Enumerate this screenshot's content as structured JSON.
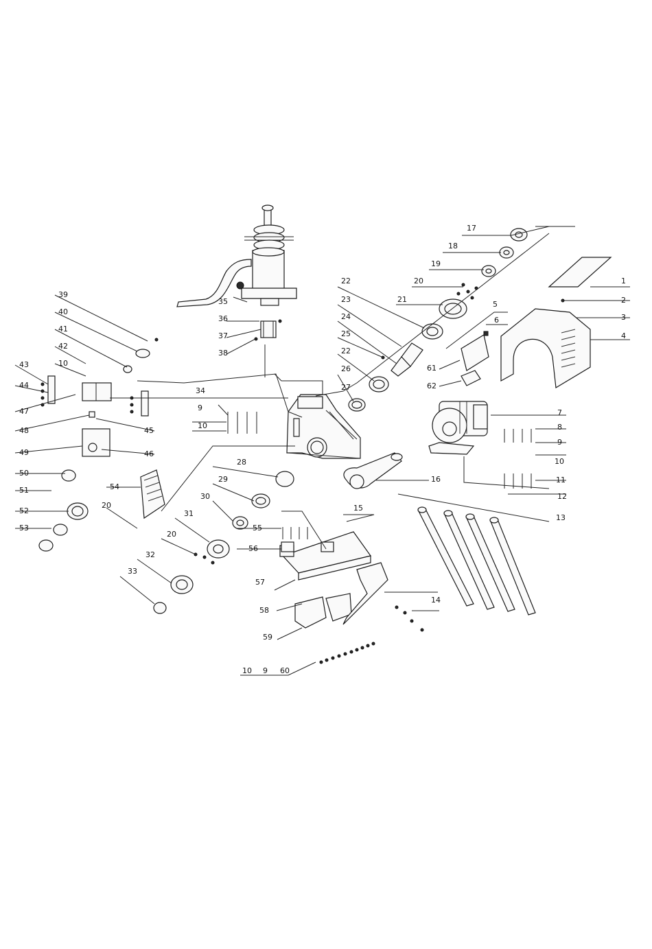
{
  "diagram": {
    "type": "exploded-parts-view",
    "accent": "#222222",
    "callouts": [
      {
        "id": "c1",
        "text": "1"
      },
      {
        "id": "c2",
        "text": "2"
      },
      {
        "id": "c3",
        "text": "3"
      },
      {
        "id": "c4",
        "text": "4"
      },
      {
        "id": "c5",
        "text": "5"
      },
      {
        "id": "c6",
        "text": "6"
      },
      {
        "id": "c7",
        "text": "7"
      },
      {
        "id": "c8",
        "text": "8"
      },
      {
        "id": "c9r",
        "text": "9"
      },
      {
        "id": "c10r",
        "text": "10"
      },
      {
        "id": "c11",
        "text": "11"
      },
      {
        "id": "c12",
        "text": "12"
      },
      {
        "id": "c13",
        "text": "13"
      },
      {
        "id": "c14",
        "text": "14"
      },
      {
        "id": "c15",
        "text": "15"
      },
      {
        "id": "c16",
        "text": "16"
      },
      {
        "id": "c17",
        "text": "17"
      },
      {
        "id": "c18",
        "text": "18"
      },
      {
        "id": "c19",
        "text": "19"
      },
      {
        "id": "c20t",
        "text": "20"
      },
      {
        "id": "c21",
        "text": "21"
      },
      {
        "id": "c22a",
        "text": "22"
      },
      {
        "id": "c23",
        "text": "23"
      },
      {
        "id": "c24",
        "text": "24"
      },
      {
        "id": "c25",
        "text": "25"
      },
      {
        "id": "c22b",
        "text": "22"
      },
      {
        "id": "c26",
        "text": "26"
      },
      {
        "id": "c27",
        "text": "27"
      },
      {
        "id": "c28",
        "text": "28"
      },
      {
        "id": "c29",
        "text": "29"
      },
      {
        "id": "c30",
        "text": "30"
      },
      {
        "id": "c31",
        "text": "31"
      },
      {
        "id": "c20m",
        "text": "20"
      },
      {
        "id": "c32",
        "text": "32"
      },
      {
        "id": "c33",
        "text": "33"
      },
      {
        "id": "c34",
        "text": "34"
      },
      {
        "id": "c9m",
        "text": "9"
      },
      {
        "id": "c10m",
        "text": "10"
      },
      {
        "id": "c35",
        "text": "35"
      },
      {
        "id": "c36",
        "text": "36"
      },
      {
        "id": "c37",
        "text": "37"
      },
      {
        "id": "c38",
        "text": "38"
      },
      {
        "id": "c39",
        "text": "39"
      },
      {
        "id": "c40",
        "text": "40"
      },
      {
        "id": "c41",
        "text": "41"
      },
      {
        "id": "c42",
        "text": "42"
      },
      {
        "id": "c10l",
        "text": "10"
      },
      {
        "id": "c43",
        "text": "43"
      },
      {
        "id": "c44",
        "text": "44"
      },
      {
        "id": "c47",
        "text": "47"
      },
      {
        "id": "c48",
        "text": "48"
      },
      {
        "id": "c45",
        "text": "45"
      },
      {
        "id": "c49",
        "text": "49"
      },
      {
        "id": "c46",
        "text": "46"
      },
      {
        "id": "c50",
        "text": "50"
      },
      {
        "id": "c51",
        "text": "51"
      },
      {
        "id": "c52",
        "text": "52"
      },
      {
        "id": "c53",
        "text": "53"
      },
      {
        "id": "c54",
        "text": "54"
      },
      {
        "id": "c20l",
        "text": "20"
      },
      {
        "id": "c55",
        "text": "55"
      },
      {
        "id": "c56",
        "text": "56"
      },
      {
        "id": "c57",
        "text": "57"
      },
      {
        "id": "c58",
        "text": "58"
      },
      {
        "id": "c59",
        "text": "59"
      },
      {
        "id": "c10b",
        "text": "10"
      },
      {
        "id": "c9b",
        "text": "9"
      },
      {
        "id": "c60",
        "text": "60"
      },
      {
        "id": "c61",
        "text": "61"
      },
      {
        "id": "c62",
        "text": "62"
      }
    ]
  }
}
